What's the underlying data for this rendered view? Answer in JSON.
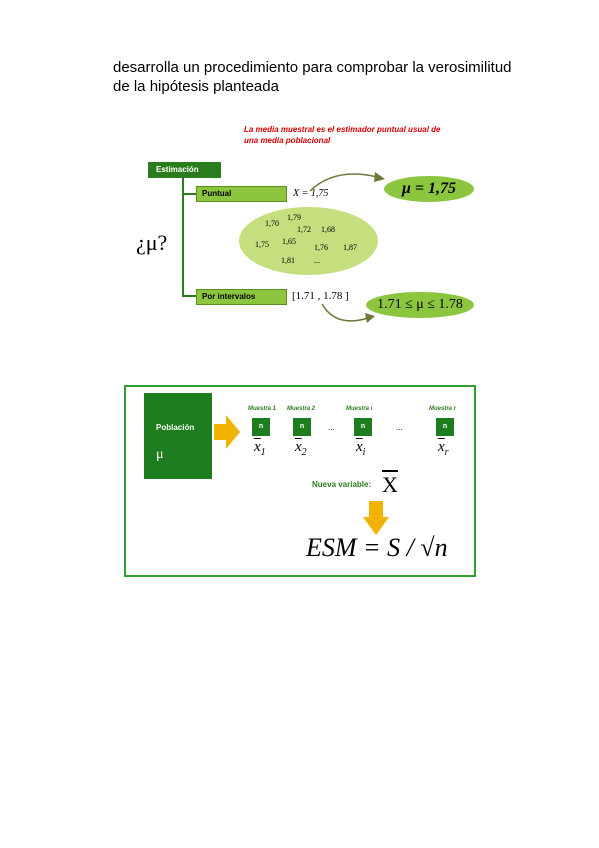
{
  "intro": {
    "line1": "desarrolla un procedimiento para comprobar la verosimilitud",
    "line2": "de la hipótesis planteada"
  },
  "figure1": {
    "note_line1": "La media muestral es el estimador puntual usual de",
    "note_line2": "una  media poblacional",
    "estimacion_label": "Estimación",
    "puntual_label": "Puntual",
    "point_estimate": "X = 1,75",
    "mu_point": "μ = 1,75",
    "mu_question": "¿μ?",
    "sample_means": [
      "1,70",
      "1,79",
      "1,72",
      "1,68",
      "1,75",
      "1,65",
      "1,76",
      "1,87",
      "1,81",
      "..."
    ],
    "intervalos_label": "Por intervalos",
    "interval": "[1.71 , 1.78 ]",
    "mu_interval": "1.71 ≤ μ ≤ 1.78",
    "colors": {
      "dark_green": "#2a7d1c",
      "lime": "#8cc63f",
      "red": "#d40000",
      "oval": "#c5df7e"
    }
  },
  "figure2": {
    "poblacion_label": "Población",
    "mu_symbol": "μ",
    "samples": [
      {
        "label": "Muestra 1",
        "n": "n",
        "xbar": "x",
        "sub": "1"
      },
      {
        "label": "Muestra 2",
        "n": "n",
        "xbar": "x",
        "sub": "2"
      },
      {
        "label": "Muestra i",
        "n": "n",
        "xbar": "x",
        "sub": "i"
      },
      {
        "label": "Muestra r",
        "n": "n",
        "xbar": "x",
        "sub": "r"
      }
    ],
    "ellipsis": "...",
    "nueva_variable": "Nueva variable:",
    "nueva_var_symbol": "X",
    "formula": "ESM = S / √n",
    "colors": {
      "border": "#2e9e2e",
      "arrow": "#f2b200"
    }
  }
}
